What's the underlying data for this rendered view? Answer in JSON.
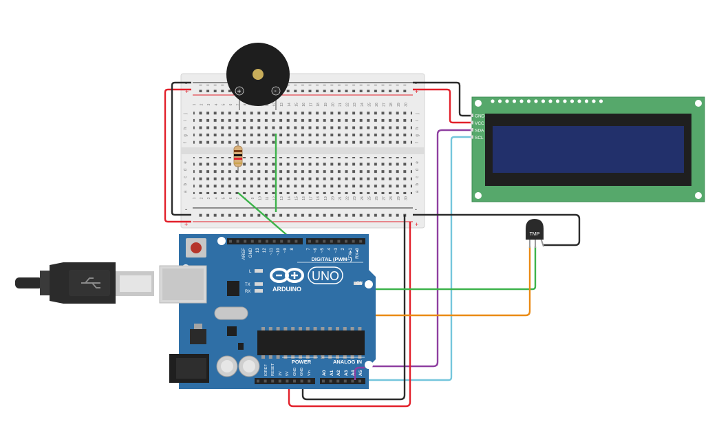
{
  "canvas": {
    "background": "#ffffff"
  },
  "colors": {
    "board": "#2f6fa6",
    "board_dark": "#22557f",
    "breadboard": "#ececec",
    "lcd_pcb": "#56a86b",
    "lcd_screen": "#22306b",
    "wire_red": "#e2202a",
    "wire_black": "#2b2b2b",
    "wire_green": "#3cb34a",
    "wire_orange": "#ea8a14",
    "wire_purple": "#8e3fa0",
    "wire_cyan": "#74c6dc"
  },
  "arduino": {
    "brand": "ARDUINO",
    "model": "UNO",
    "digital_header_label": "DIGITAL (PWM~)",
    "power_label": "POWER",
    "analog_label": "ANALOG IN",
    "on_label": "ON",
    "l_label": "L",
    "tx_label": "TX",
    "rx_label": "RX",
    "digital_pins": [
      "AREF",
      "GND",
      "13",
      "12",
      "~11",
      "~10",
      "~9",
      "8",
      "7",
      "~6",
      "~5",
      "4",
      "~3",
      "2",
      "TX▸1",
      "RX◂0"
    ],
    "power_pins": [
      "IOREF",
      "RESET",
      "3V",
      "5V",
      "GND",
      "GND",
      "Vin"
    ],
    "analog_pins": [
      "A0",
      "A1",
      "A2",
      "A3",
      "A4",
      "A5"
    ]
  },
  "breadboard": {
    "power_rail_plus": "+",
    "power_rail_minus": "-",
    "row_letters_top": [
      "j",
      "i",
      "h",
      "g",
      "f"
    ],
    "row_letters_bottom": [
      "e",
      "d",
      "c",
      "b",
      "a"
    ],
    "column_count": 30
  },
  "lcd": {
    "pins": [
      "GND",
      "VCC",
      "SDA",
      "SCL"
    ]
  },
  "temperature_sensor": {
    "label": "TMP"
  },
  "buzzer": {
    "plus": "+",
    "minus": "-"
  }
}
